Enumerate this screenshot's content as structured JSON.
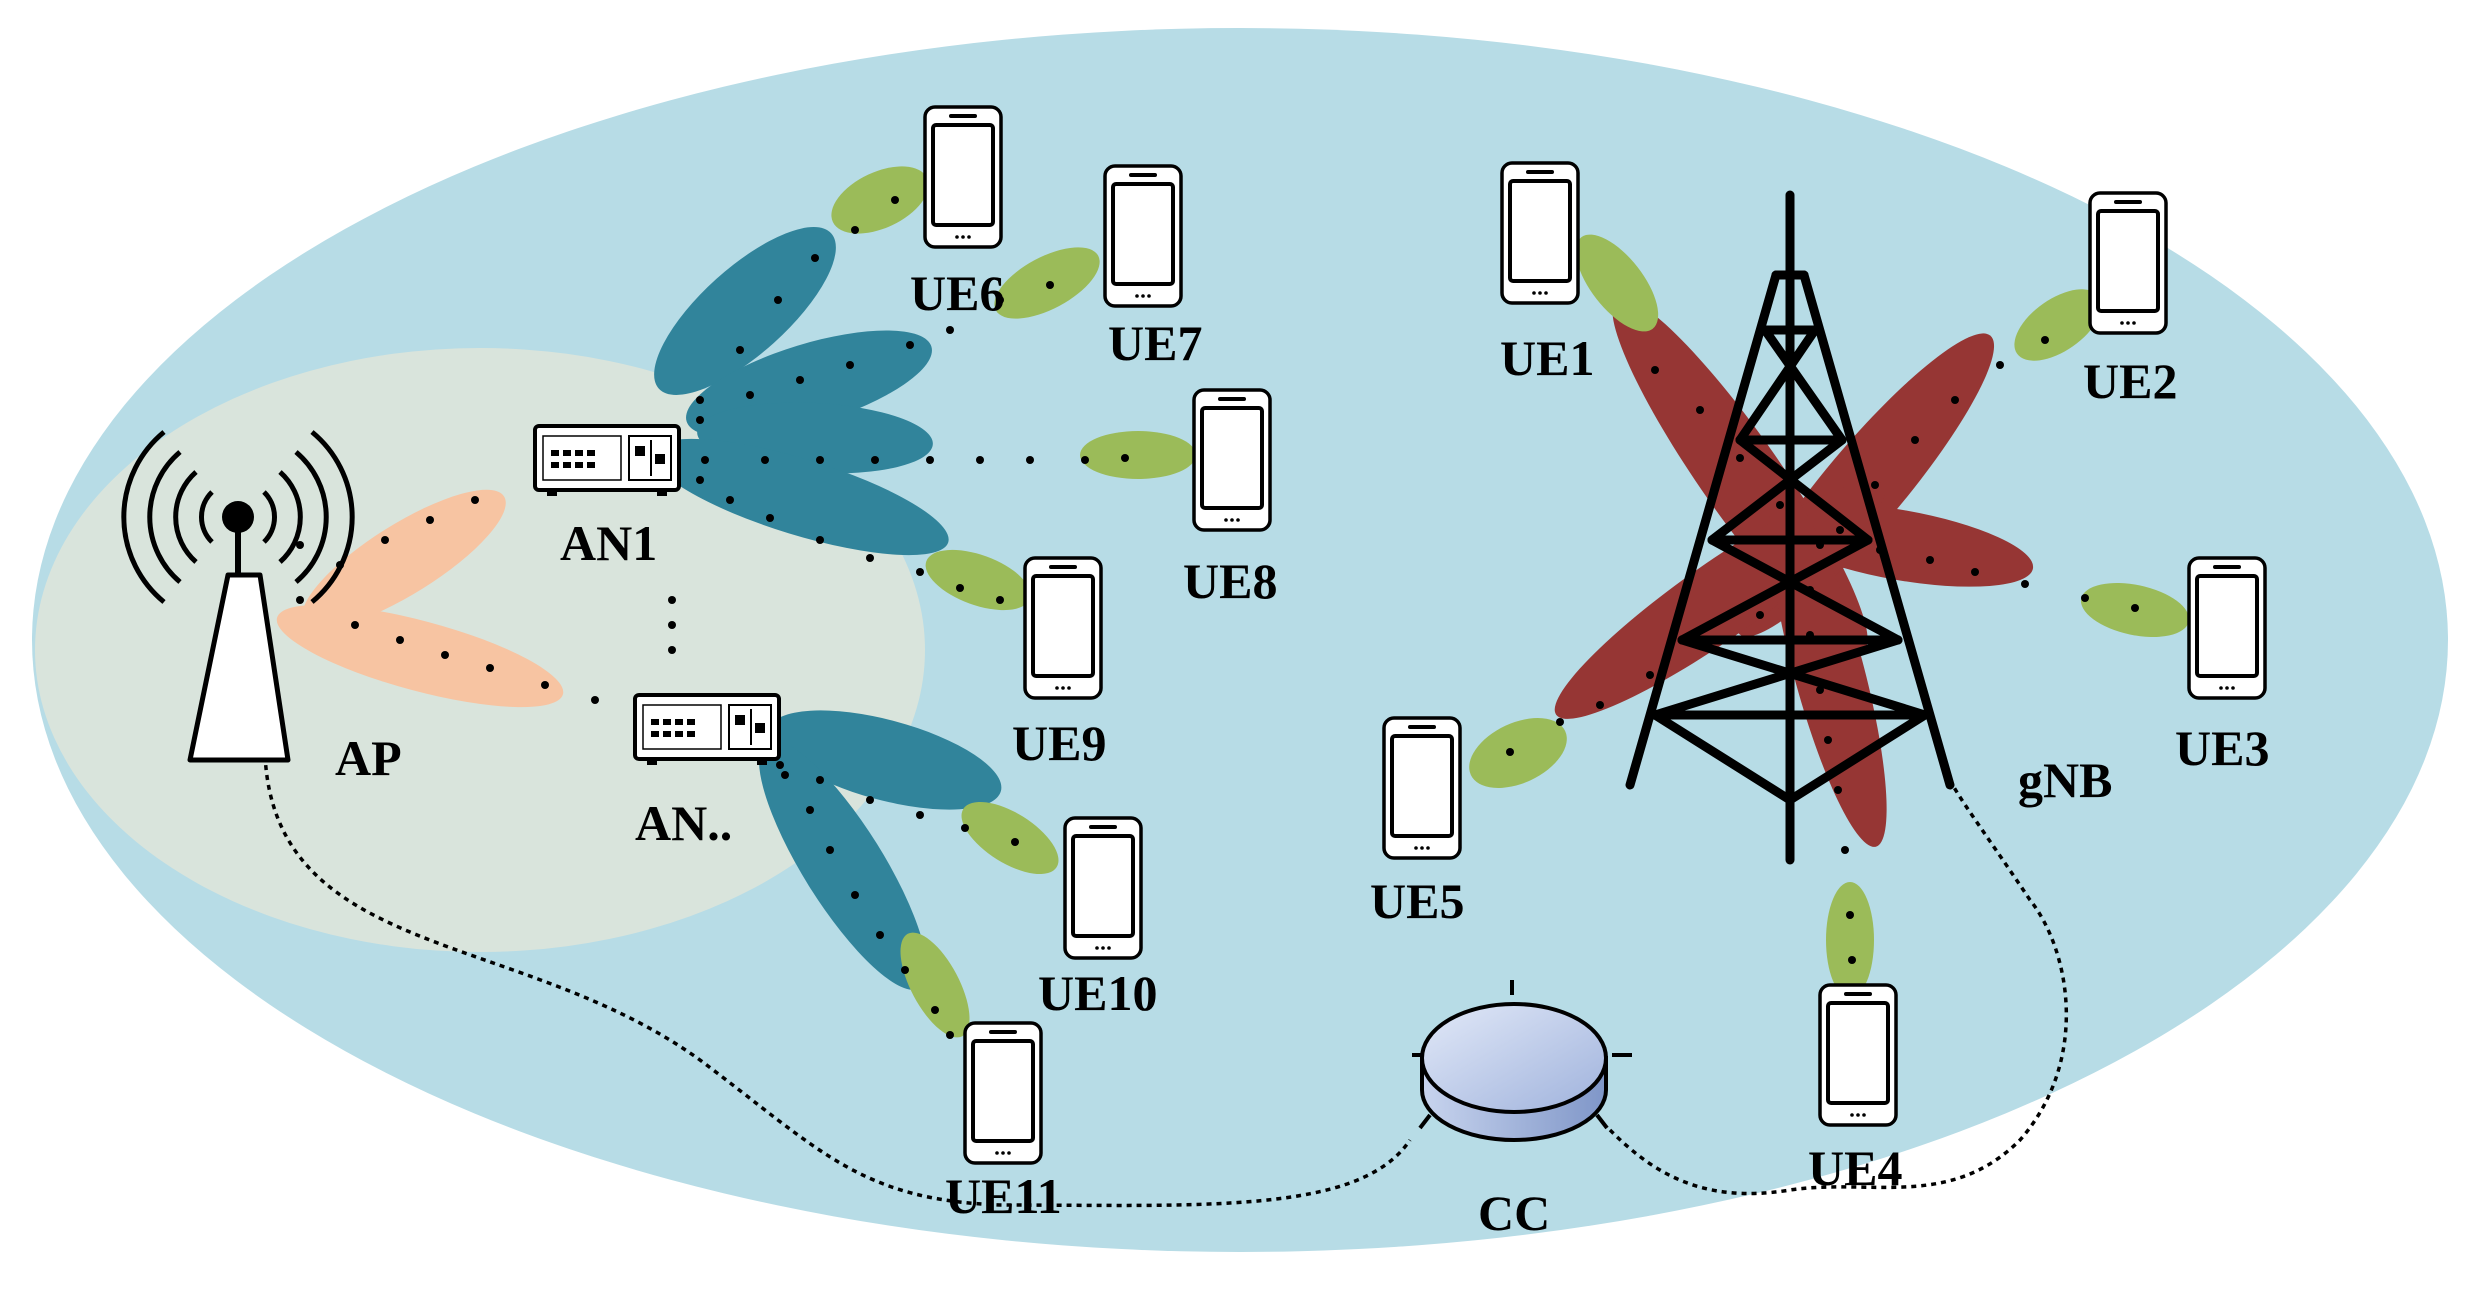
{
  "labels": {
    "ap": "AP",
    "an1": "AN1",
    "an_n": "AN..",
    "gnb": "gNB",
    "cc": "CC",
    "ue1": "UE1",
    "ue2": "UE2",
    "ue3": "UE3",
    "ue4": "UE4",
    "ue5": "UE5",
    "ue6": "UE6",
    "ue7": "UE7",
    "ue8": "UE8",
    "ue9": "UE9",
    "ue10": "UE10",
    "ue11": "UE11"
  },
  "colors": {
    "outer_region": "#b7dce6",
    "inner_region": "#d9e4dc",
    "ap_beam": "#f7c4a2",
    "an_beam": "#31849b",
    "gnb_beam": "#963634",
    "ue_beam": "#9bbb59",
    "cc_body": "#b8c6e6"
  },
  "icons": {
    "ap": "wifi-antenna-icon",
    "an": "network-switch-icon",
    "gnb": "cell-tower-icon",
    "ue": "smartphone-icon",
    "cc": "router-icon"
  }
}
